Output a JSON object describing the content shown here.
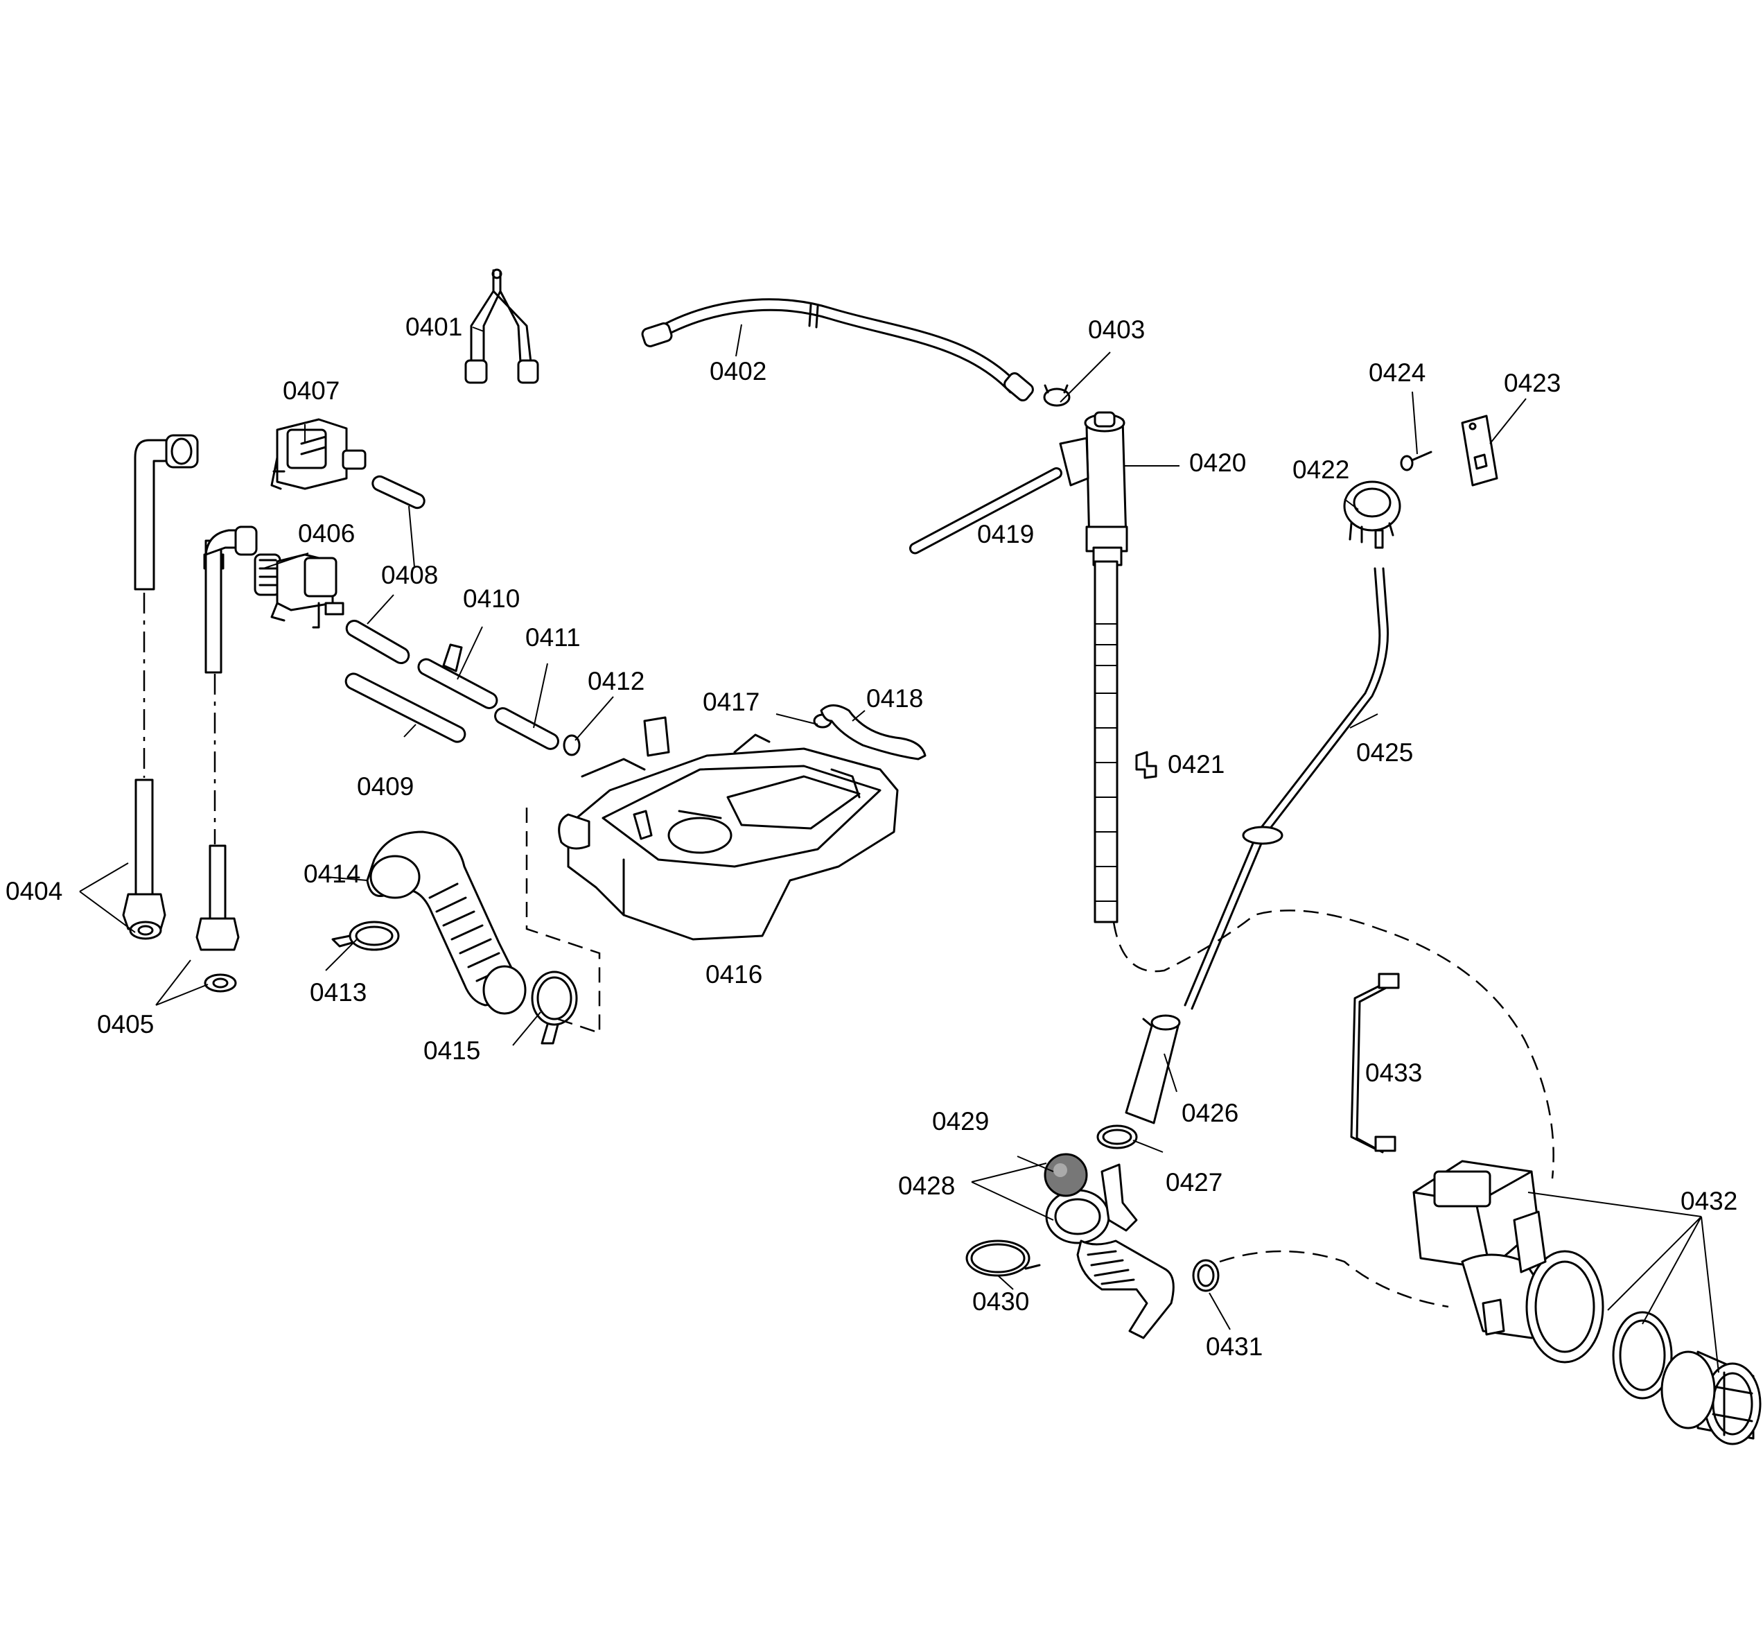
{
  "labels": {
    "p0401": "0401",
    "p0402": "0402",
    "p0403": "0403",
    "p0404": "0404",
    "p0405": "0405",
    "p0406": "0406",
    "p0407": "0407",
    "p0408": "0408",
    "p0409": "0409",
    "p0410": "0410",
    "p0411": "0411",
    "p0412": "0412",
    "p0413": "0413",
    "p0414": "0414",
    "p0415": "0415",
    "p0416": "0416",
    "p0417": "0417",
    "p0418": "0418",
    "p0419": "0419",
    "p0420": "0420",
    "p0421": "0421",
    "p0422": "0422",
    "p0423": "0423",
    "p0424": "0424",
    "p0425": "0425",
    "p0426": "0426",
    "p0427": "0427",
    "p0428": "0428",
    "p0429": "0429",
    "p0430": "0430",
    "p0431": "0431",
    "p0432": "0432",
    "p0433": "0433"
  }
}
